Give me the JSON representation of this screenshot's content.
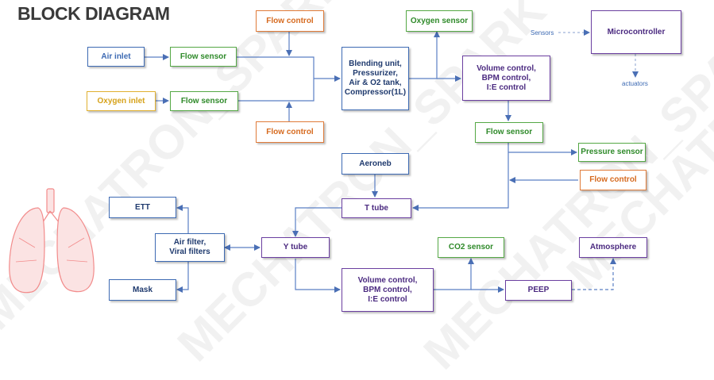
{
  "title": "BLOCK DIAGRAM",
  "watermark": "MECHATRON_SPARK",
  "boxes": {
    "air_inlet": "Air inlet",
    "flow_sensor_air": "Flow sensor",
    "oxygen_inlet": "Oxygen inlet",
    "flow_sensor_oxygen": "Flow sensor",
    "flow_control_top": "Flow control",
    "flow_control_bottom": "Flow control",
    "blending_unit": "Blending unit,\nPressurizer,\nAir & O2 tank,\nCompressor(1L)",
    "oxygen_sensor": "Oxygen sensor",
    "volume_control_top": "Volume control,\nBPM control,\nI:E control",
    "microcontroller": "Microcontroller",
    "flow_sensor_mid": "Flow sensor",
    "pressure_sensor": "Pressure sensor",
    "flow_control_right": "Flow control",
    "aeroneb": "Aeroneb",
    "t_tube": "T tube",
    "ett": "ETT",
    "air_filter": "Air filter,\nViral filters",
    "mask": "Mask",
    "y_tube": "Y tube",
    "co2_sensor": "CO2 sensor",
    "volume_control_bottom": "Volume control,\nBPM control,\nI:E control",
    "peep": "PEEP",
    "atmosphere": "Atmosphere"
  },
  "labels": {
    "sensors": "Sensors",
    "actuators": "actuators"
  },
  "colors": {
    "blue": "#3d6ab3",
    "green": "#55a845",
    "orange": "#e07b39",
    "yellow": "#e0b030",
    "purple": "#6b3fa0",
    "line": "#5b7fc4",
    "lung": "#f28b8b"
  },
  "icons": {
    "lungs": "lungs-icon"
  }
}
